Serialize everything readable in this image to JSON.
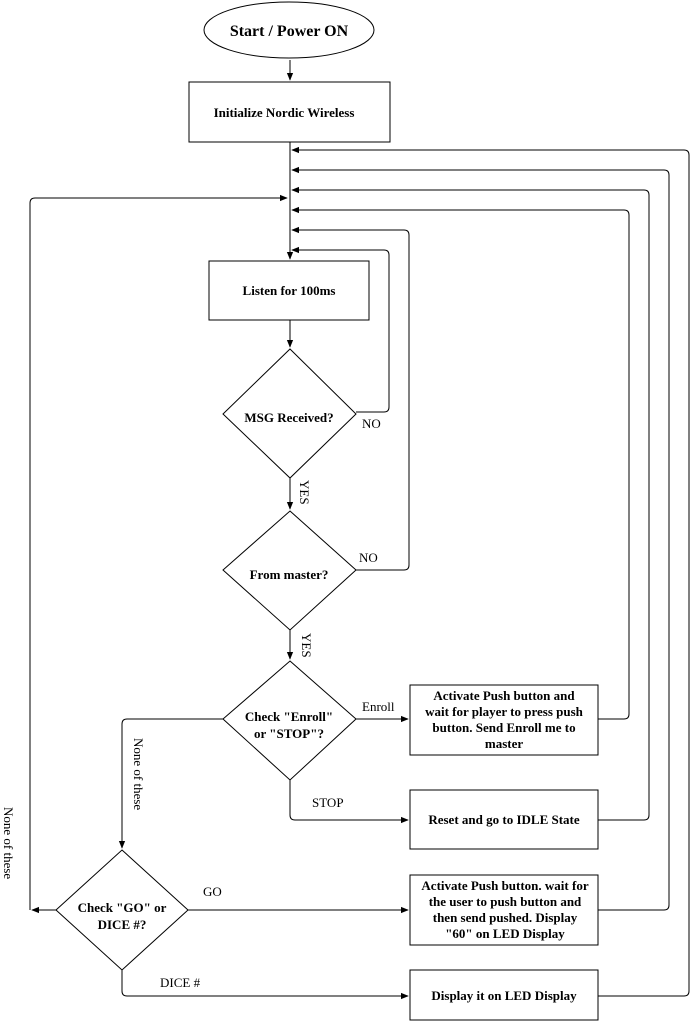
{
  "diagram": {
    "nodes": {
      "start": "Start / Power ON",
      "init": "Initialize Nordic Wireless",
      "listen": "Listen for 100ms",
      "msg_received": "MSG Received?",
      "from_master": "From master?",
      "check_enroll_line1": "Check \"Enroll\"",
      "check_enroll_line2": "or \"STOP\"?",
      "activate_enroll_line1": "Activate Push button and",
      "activate_enroll_line2": "wait for player to press push",
      "activate_enroll_line3": "button. Send Enroll me to",
      "activate_enroll_line4": "master",
      "reset_idle": "Reset and go to IDLE State",
      "check_go_line1": "Check \"GO\" or",
      "check_go_line2": "DICE #?",
      "activate_go_line1": "Activate Push button. wait for",
      "activate_go_line2": "the user to push button and",
      "activate_go_line3": "then send pushed. Display",
      "activate_go_line4": "\"60\" on LED Display",
      "display_led": "Display it on LED Display"
    },
    "edge_labels": {
      "msg_no": "NO",
      "msg_yes": "YES",
      "master_no": "NO",
      "master_yes": "YES",
      "enroll": "Enroll",
      "stop": "STOP",
      "none_of_these_inner": "None of these",
      "none_of_these_outer": "None of these",
      "go": "GO",
      "dice": "DICE #"
    }
  }
}
